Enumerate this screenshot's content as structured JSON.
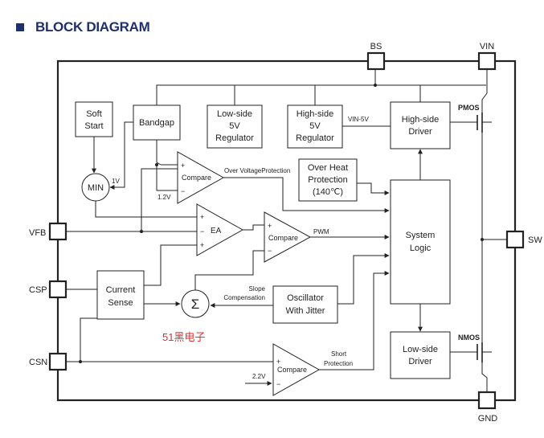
{
  "header": {
    "title": "BLOCK DIAGRAM"
  },
  "pins": {
    "bs": "BS",
    "vin": "VIN",
    "vfb": "VFB",
    "csp": "CSP",
    "csn": "CSN",
    "sw": "SW",
    "gnd": "GND"
  },
  "blocks": {
    "soft_start": [
      "Soft",
      "Start"
    ],
    "bandgap": "Bandgap",
    "lowside_reg": [
      "Low-side",
      "5V",
      "Regulator"
    ],
    "highside_reg": [
      "High-side",
      "5V",
      "Regulator"
    ],
    "highside_driver": [
      "High-side",
      "Driver"
    ],
    "min": "MIN",
    "ovp_compare": "Compare",
    "over_heat": [
      "Over Heat",
      "Protection",
      "(140℃)"
    ],
    "ea": "EA",
    "pwm_compare": "Compare",
    "system_logic": [
      "System",
      "Logic"
    ],
    "current_sense": [
      "Current",
      "Sense"
    ],
    "sum": "Σ",
    "oscillator": [
      "Oscillator",
      "With Jitter"
    ],
    "lowside_driver": [
      "Low-side",
      "Driver"
    ],
    "short_compare": "Compare"
  },
  "labels": {
    "vin_5v": "VIN-5V",
    "pmos": "PMOS",
    "nmos": "NMOS",
    "v1": "1V",
    "v1_2": "1.2V",
    "v2_2": "2.2V",
    "ovp": "Over VoltageProtection",
    "pwm": "PWM",
    "slope": [
      "Slope",
      "Compensation"
    ],
    "short": [
      "Short",
      "Protection"
    ],
    "plus": "+",
    "minus": "−",
    "watermark": "51黑电子"
  },
  "colors": {
    "title": "#1f2f6e",
    "watermark": "#e03030",
    "line": "#222222"
  }
}
